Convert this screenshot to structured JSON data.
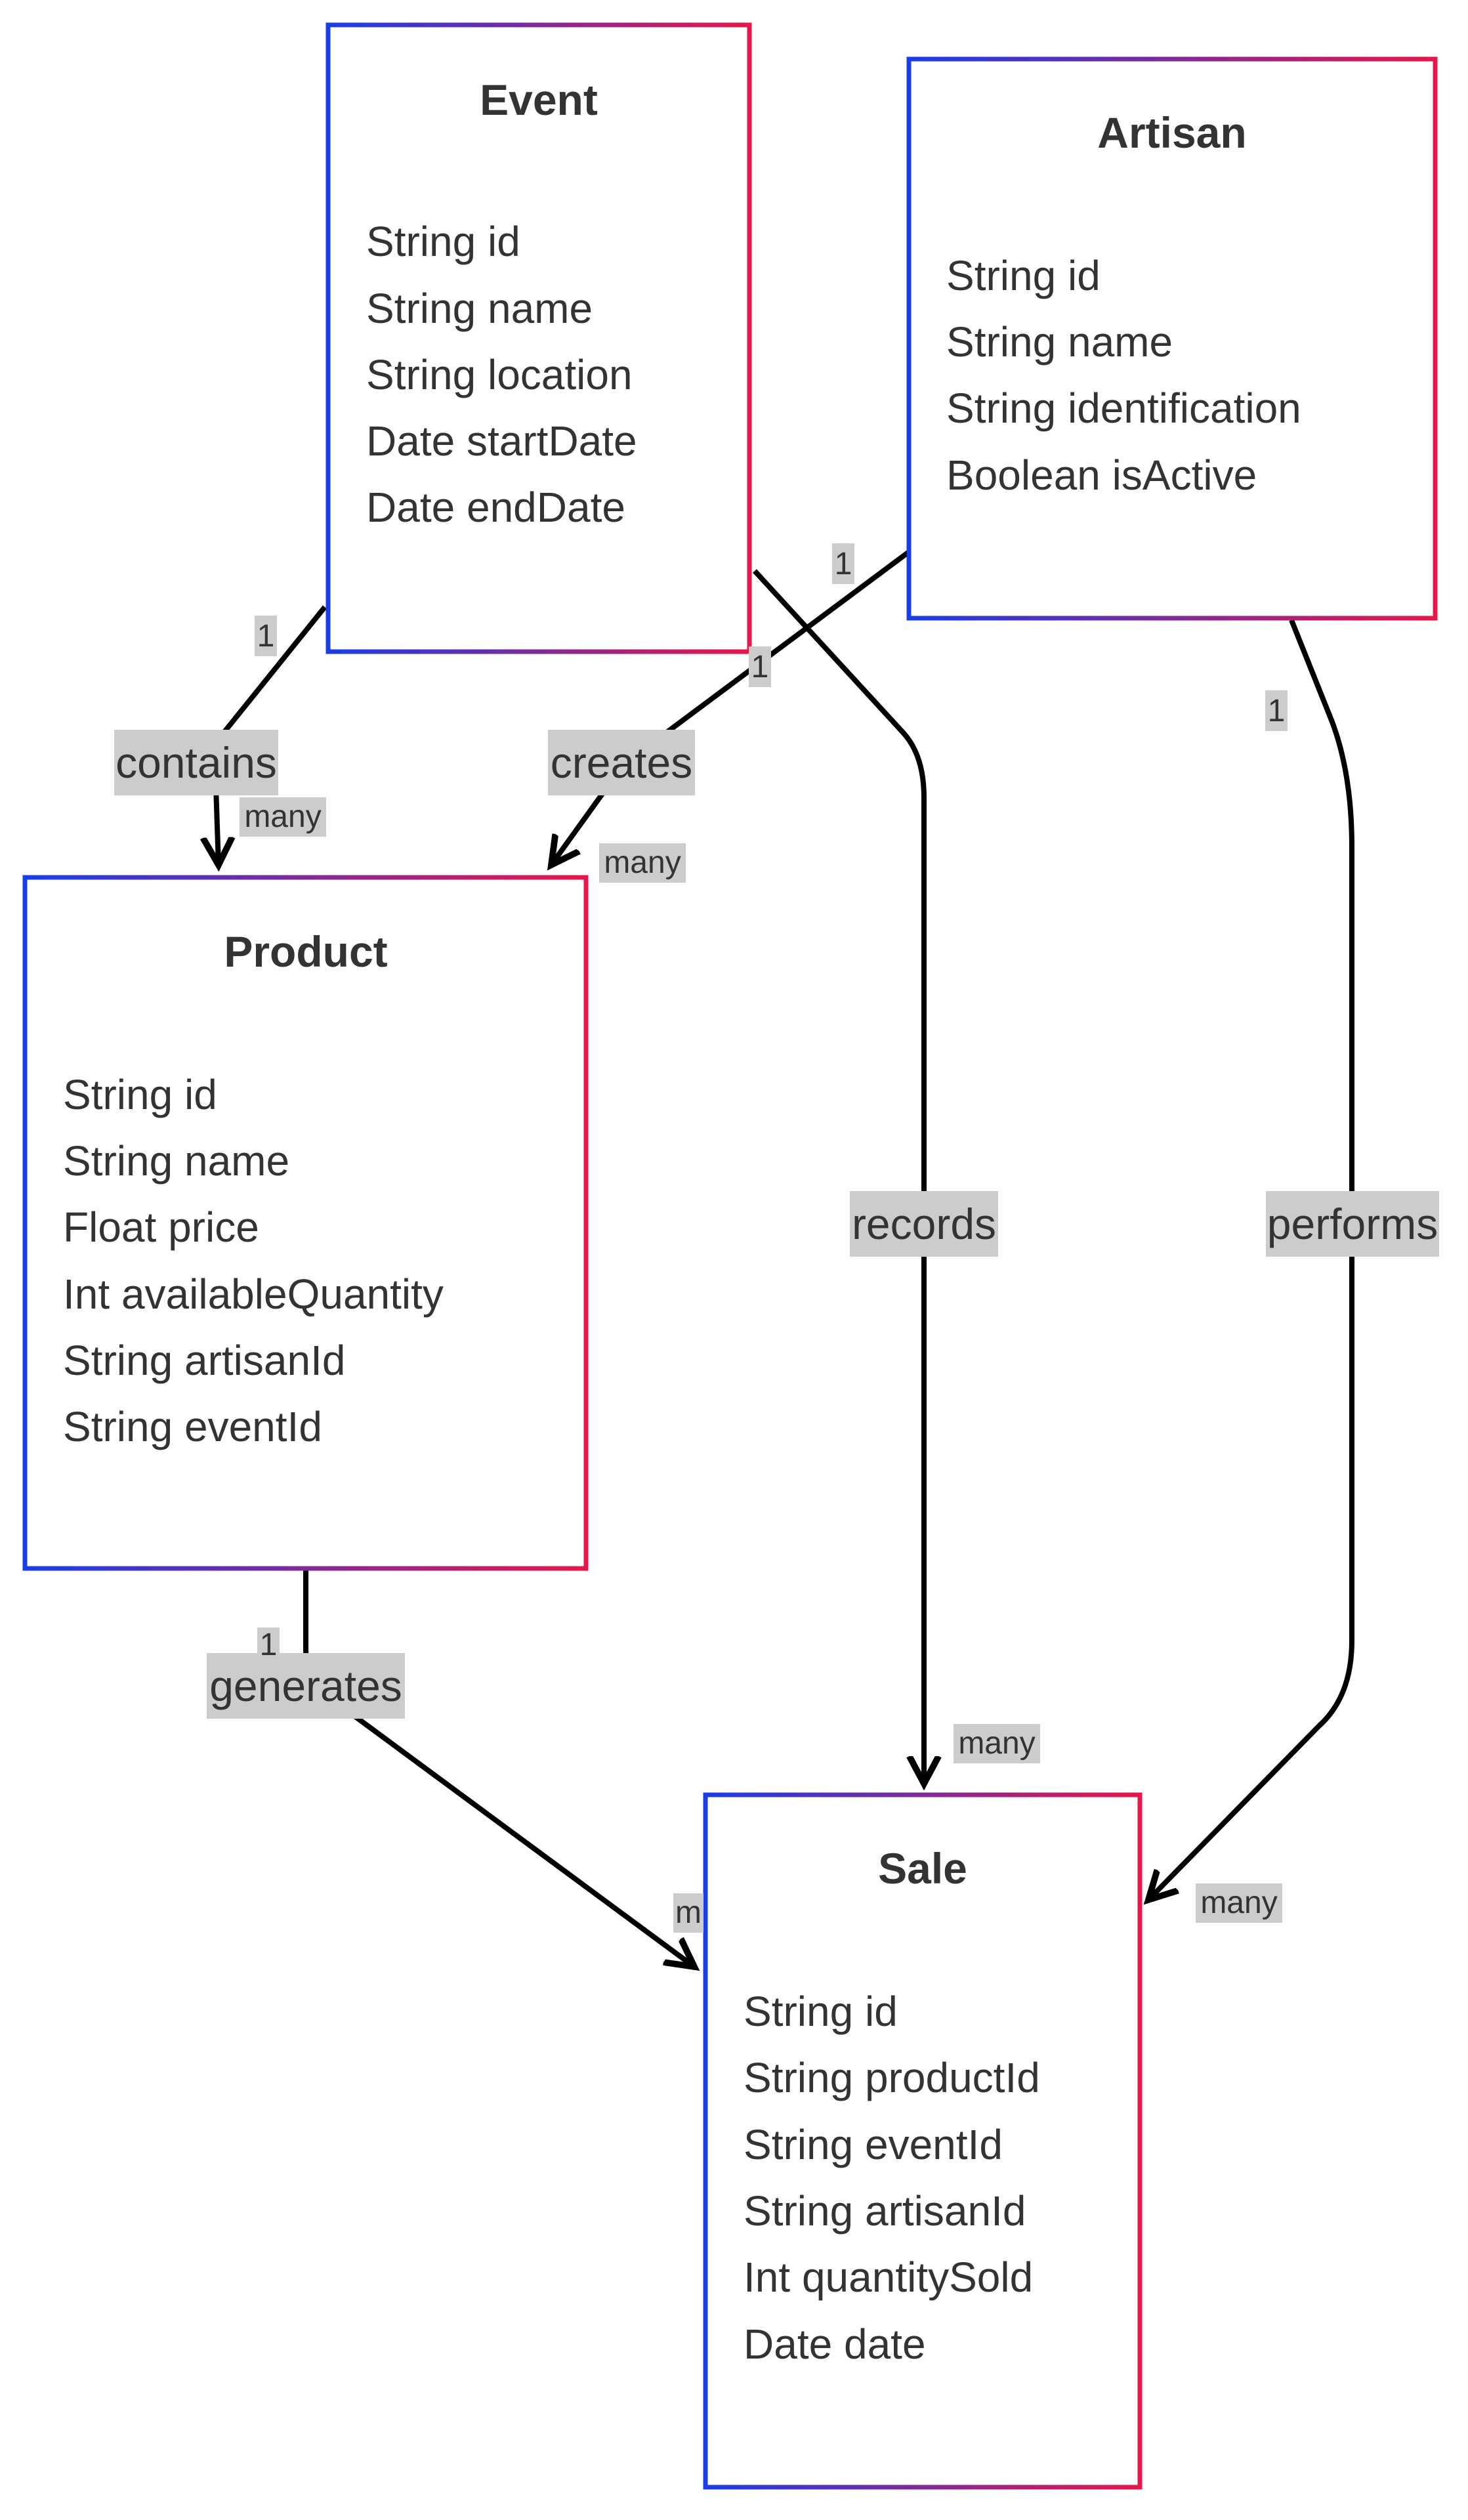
{
  "colors": {
    "border_start": "#1a3de6",
    "border_end": "#e6174a",
    "label_bg": "#cccccc",
    "edge": "#000000",
    "text": "#333333"
  },
  "classes": {
    "event": {
      "title": "Event",
      "attributes": [
        "String id",
        "String name",
        "String location",
        "Date startDate",
        "Date endDate"
      ]
    },
    "artisan": {
      "title": "Artisan",
      "attributes": [
        "String id",
        "String name",
        "String identification",
        "Boolean isActive"
      ]
    },
    "product": {
      "title": "Product",
      "attributes": [
        "String id",
        "String name",
        "Float price",
        "Int availableQuantity",
        "String artisanId",
        "String eventId"
      ]
    },
    "sale": {
      "title": "Sale",
      "attributes": [
        "String id",
        "String productId",
        "String eventId",
        "String artisanId",
        "Int quantitySold",
        "Date date"
      ]
    }
  },
  "relations": {
    "contains": {
      "label": "contains",
      "from_card": "1",
      "to_card": "many"
    },
    "creates": {
      "label": "creates",
      "from_card": "1",
      "to_card": "many",
      "extra_card": "1"
    },
    "records": {
      "label": "records",
      "to_card": "many"
    },
    "performs": {
      "label": "performs",
      "from_card": "1",
      "to_card": "many"
    },
    "generates": {
      "label": "generates",
      "from_card": "1",
      "to_card": "m"
    }
  }
}
